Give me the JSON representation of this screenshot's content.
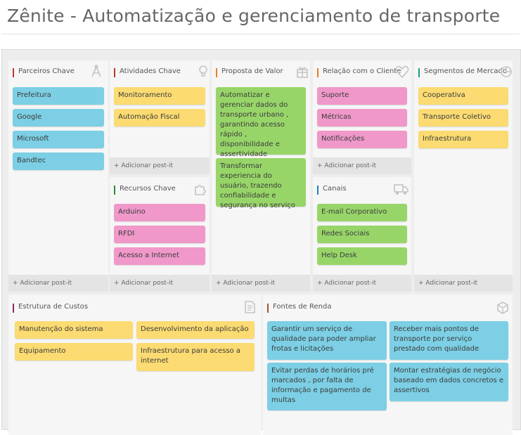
{
  "page": {
    "title": "Zênite - Automatização e gerenciamento de transporte"
  },
  "add_label": "+ Adicionar post-it",
  "colors": {
    "blue": "#7ccfe4",
    "yellow": "#fbdb72",
    "pink": "#ef98c9",
    "green": "#98d569"
  },
  "sections": {
    "parceiros": {
      "title": "Parceiros Chave",
      "icon": "link-icon",
      "bar_color": "#c0392b",
      "notes": [
        "Prefeitura",
        "Google",
        "Microsoft",
        "Bandtec"
      ]
    },
    "atividades": {
      "title": "Atividades Chave",
      "icon": "lightbulb-icon",
      "bar_color": "#c0392b",
      "notes": [
        "Monitoramento",
        "Automação Fiscal"
      ]
    },
    "recursos": {
      "title": "Recursos Chave",
      "icon": "puzzle-icon",
      "bar_color": "#2e8b3a",
      "notes": [
        "Arduino",
        "RFDI",
        "Acesso a Internet"
      ]
    },
    "proposta": {
      "title": "Proposta de Valor",
      "icon": "gift-icon",
      "bar_color": "#e67e22",
      "notes": [
        "Automatizar e gerenciar dados do transporte urbano , garantindo acesso rápido , disponibilidade e assertividade",
        "Transformar experiencia do usuário, trazendo confiabilidade e segurança no serviço"
      ]
    },
    "relacao": {
      "title": "Relação com o Cliente",
      "icon": "heart-icon",
      "bar_color": "#e67e22",
      "notes": [
        "Suporte",
        "Métricas",
        "Notificações"
      ]
    },
    "canais": {
      "title": "Canais",
      "icon": "truck-icon",
      "bar_color": "#2980b9",
      "notes": [
        "E-mail Corporativo",
        "Redes Sociais",
        "Help Desk"
      ]
    },
    "segmentos": {
      "title": "Segmentos de Mercado",
      "icon": "pie-chart-icon",
      "bar_color": "#16a085",
      "notes": [
        "Cooperativa",
        "Transporte Coletivo",
        "Infraestrutura"
      ]
    },
    "custos": {
      "title": "Estrutura de Custos",
      "icon": "document-icon",
      "bar_color": "#8e2a5a",
      "notes": [
        "Manutenção do sistema",
        "Desenvolvimento da aplicação",
        "Equipamento",
        "Infraestrutura para acesso a internet"
      ]
    },
    "receita": {
      "title": "Fontes de Renda",
      "icon": "money-icon",
      "bar_color": "#a0522d",
      "notes": [
        "Garantir um serviço de qualidade para poder ampliar frotas e licitações",
        "Receber mais pontos de transporte por serviço prestado com qualidade",
        "Evitar perdas de horários pré marcados , por falta de informação e pagamento de multas",
        "Montar estratégias de negócio baseado em dados concretos e assertivos"
      ]
    }
  }
}
